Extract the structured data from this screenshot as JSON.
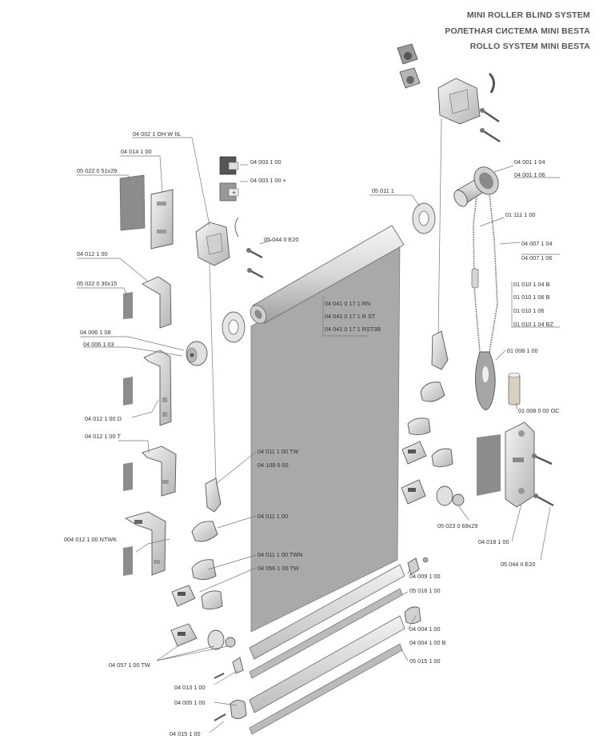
{
  "titles": {
    "line1": "MINI ROLLER BLIND SYSTEM",
    "line2": "РОЛЕТНАЯ СИСТЕМА MINI BESTA",
    "line3": "ROLLO SYSTEM MINI BESTA"
  },
  "part_numbers": {
    "p1": "04 002 1 OH W IIL",
    "p2": "04 014 1 00",
    "p3": "05 022 0 51x29",
    "p4": "04 003 1 00",
    "p5": "04 003 1 00 +",
    "p6": "05 044 II E20",
    "p7": "04 012 1 00",
    "p8": "05 022 0 30x15",
    "p9": "04 006 1 08",
    "p10": "04 006 1 03",
    "p11": "04 012 1 00 D",
    "p12": "04 012 1 00 T",
    "p13": "04 041 0 17 1 RN",
    "p14": "04 041 0 17 1 R ST",
    "p15": "04 041 0 17 1 RST3B",
    "p16": "05 011 1",
    "p17": "04 001 1 04",
    "p18": "04 001 1 06",
    "p19": "01 111 1 00",
    "p20": "04 007 1 04",
    "p21": "04 007 1 06",
    "p22": "01 010 1 04 B",
    "p23": "01 010 1 06 B",
    "p24": "01 010 1 06",
    "p25": "01 010 1 04 BZ",
    "p26": "01 008 1 00",
    "p27": "01 008 0 00 OC",
    "p28": "04 011 1 00 TW",
    "p29": "04 108 0 00",
    "p30": "04 011 1 00",
    "p31": "004 012 1 00 NTWK",
    "p32": "04 011 1 00 TWN",
    "p33": "04 056 1 00 TW",
    "p34": "05 023 0 69x29",
    "p35": "04 018 1 00",
    "p36": "05 044 II E20",
    "p37": "04 009 1 00",
    "p38": "05 016 1 00",
    "p39": "04 004 1 00",
    "p40": "04 004 1 00 B",
    "p41": "05 015 1 00",
    "p42": "04 057 1 00 TW",
    "p43": "04 013 1 00",
    "p44": "04 005 1 00",
    "p45": "04 015 1 00"
  },
  "colors": {
    "fabric": "#a9a9a9",
    "part_fill": "#e8e8e8",
    "part_dark": "#9a9a9a",
    "line": "#777777",
    "label": "#333333"
  }
}
